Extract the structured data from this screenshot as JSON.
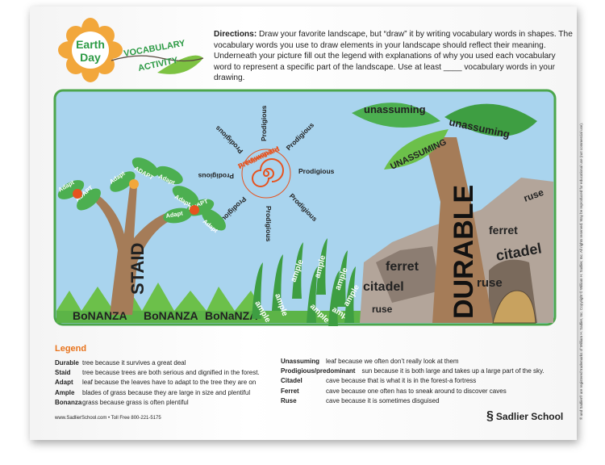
{
  "logo": {
    "flower_text_1": "Earth",
    "flower_text_2": "Day",
    "banner_1": "VOCABULARY",
    "banner_2": "ACTIVITY"
  },
  "directions": {
    "label": "Directions:",
    "text": " Draw your favorite landscape, but “draw” it by writing vocabulary words in shapes. The vocabulary words you use to draw elements in your landscape should reflect their meaning. Underneath your picture fill out the legend with explanations of why you used each vocabulary word to represent a specific part of the landscape. Use at least ____ vocabulary words in your drawing."
  },
  "scene": {
    "sun_center": "Predominant",
    "sun_rays": [
      "Prodigious",
      "Prodigious",
      "Prodigious",
      "Prodigious",
      "Prodigious",
      "Prodigious",
      "Prodigious",
      "Prodigious"
    ],
    "staid": "STAID",
    "adapt_leaves": [
      "Adapt",
      "ADAPT",
      "Adapt",
      "ADAPT",
      "Adapt",
      "Adapt",
      "ADAPT",
      "Adapt",
      "Adapt"
    ],
    "bonanza": [
      "BoNANZA",
      "BoNANZA",
      "BoNaNZA"
    ],
    "ample": [
      "ample",
      "ample",
      "ample",
      "ample",
      "ample",
      "ample",
      "ample",
      "ample"
    ],
    "durable": "DURABLE",
    "unassuming": [
      "unassuming",
      "unassuming",
      "UNASSUMING"
    ],
    "cave": {
      "ferret_1": "ferret",
      "ferret_2": "ferret",
      "citadel_1": "citadel",
      "citadel_2": "citadel",
      "ruse_1": "ruse",
      "ruse_2": "ruse",
      "ruse_3": "ruse"
    }
  },
  "legend": {
    "title": "Legend",
    "left": [
      {
        "term": "Durable",
        "def": "tree because it survives a great deal"
      },
      {
        "term": "Staid",
        "def": "tree because trees are both serious and dignified in the forest."
      },
      {
        "term": "Adapt",
        "def": "leaf because the leaves have to adapt to the tree they are on"
      },
      {
        "term": "Ample",
        "def": "blades of grass because they are large in size and plentiful"
      },
      {
        "term": "Bonanza",
        "def": "grass because grass is often plentiful"
      }
    ],
    "right": [
      {
        "term": "Unassuming",
        "def": "leaf because we often don’t really look at them"
      },
      {
        "term": "Prodigious/predominant",
        "def": "sun because it is both large and takes up a large part of the sky."
      },
      {
        "term": "Citadel",
        "def": "cave because that is what it is in the forest-a fortress"
      },
      {
        "term": "Ferret",
        "def": "cave because one often has to sneak around to discover caves"
      },
      {
        "term": "Ruse",
        "def": "cave because it is sometimes disguised"
      }
    ]
  },
  "footer": {
    "contact": "www.SadlierSchool.com  •  Toll Free 800-221-5175",
    "brand": "Sadlier School"
  },
  "side_note": "® and Sadlier® are registered trademarks of William H. Sadlier, Inc.   Copyright © William H. Sadlier, Inc. All rights reserved.   May be reproduced for educational use (not commercial use).",
  "colors": {
    "accent_orange": "#e8731c",
    "green": "#3aa845",
    "sky": "#a9d4ee",
    "trunk": "#a57c58",
    "rock": "#b3a59a"
  }
}
